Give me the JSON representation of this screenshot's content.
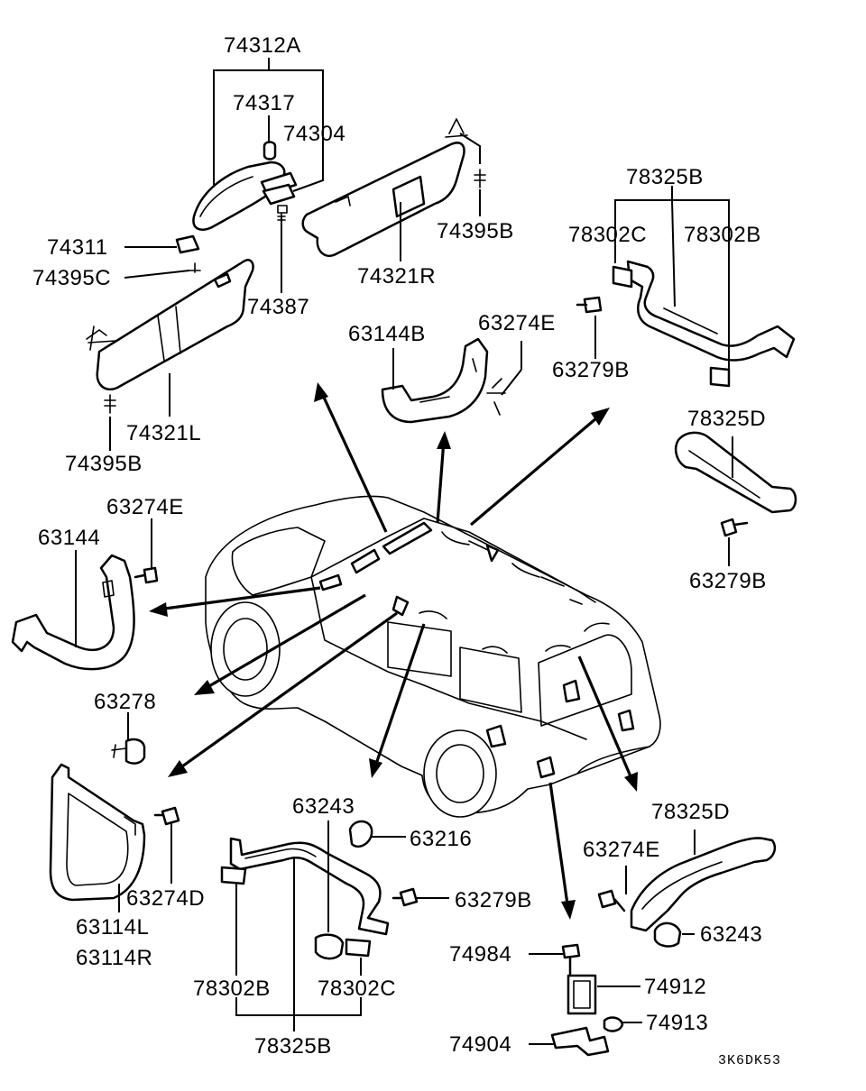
{
  "labels": {
    "p74312A": "74312A",
    "p74317": "74317",
    "p74304": "74304",
    "p74311": "74311",
    "p74395C": "74395C",
    "p74387": "74387",
    "p74321L": "74321L",
    "p74395B_a": "74395B",
    "p74321R": "74321R",
    "p74395B_b": "74395B",
    "p78325B_top": "78325B",
    "p78302C_top": "78302C",
    "p78302B_top": "78302B",
    "p63279B_a": "63279B",
    "p78325D_top": "78325D",
    "p63279B_b": "63279B",
    "p63144B": "63144B",
    "p63274E_a": "63274E",
    "p63144": "63144",
    "p63274E_b": "63274E",
    "p63278": "63278",
    "p63274D": "63274D",
    "p63114L": "63114L",
    "p63114R": "63114R",
    "p63243_a": "63243",
    "p63216": "63216",
    "p63279B_c": "63279B",
    "p78302B_bot": "78302B",
    "p78302C_bot": "78302C",
    "p78325B_bot": "78325B",
    "p78325D_bot": "78325D",
    "p63274E_c": "63274E",
    "p63243_b": "63243",
    "p74984": "74984",
    "p74912": "74912",
    "p74913": "74913",
    "p74904": "74904",
    "code": "3K6DK53"
  },
  "icons": [
    "rearview-mirror-icon",
    "sun-visor-icon",
    "assist-grip-icon",
    "screw-icon",
    "clip-icon",
    "vehicle-body-icon",
    "bracket-icon"
  ]
}
